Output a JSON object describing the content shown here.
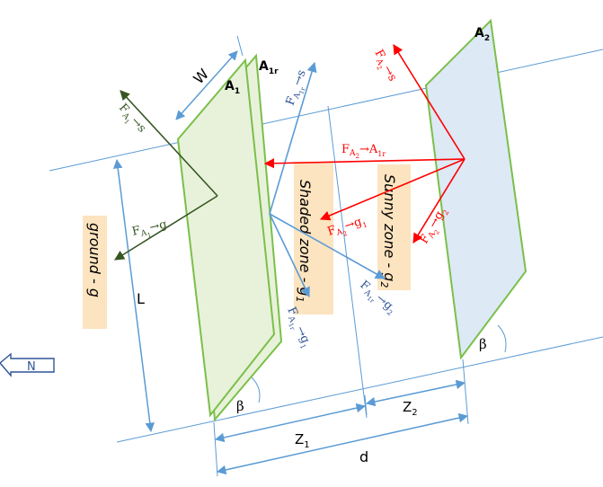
{
  "surfaces": {
    "a1": "A",
    "a1_sub": "1",
    "a1r": "A",
    "a1r_sub": "1r",
    "a2": "A",
    "a2_sub": "2"
  },
  "zones": {
    "ground": "ground - g",
    "shaded": "Shaded zone - g",
    "shaded_sub": "1",
    "sunny": "Sunny zone - g",
    "sunny_sub": "2"
  },
  "view_factors": {
    "f_a1_s": "F",
    "f_a1_s_sub": "A",
    "f_a1_s_sub2": "1",
    "f_a1_s_tail": "→s",
    "f_a1_g": "F",
    "f_a1_g_sub": "A",
    "f_a1_g_sub2": "1",
    "f_a1_g_tail": "→g",
    "f_a1r_s": "F",
    "f_a1r_s_sub": "A",
    "f_a1r_s_sub2": "1r",
    "f_a1r_s_tail": "→s",
    "f_a1r_g1": "F",
    "f_a1r_g1_sub": "A",
    "f_a1r_g1_sub2": "1r",
    "f_a1r_g1_tail": "→g",
    "f_a1r_g1_tail2": "1",
    "f_a1r_g2": "F",
    "f_a1r_g2_sub": "A",
    "f_a1r_g2_sub2": "1r",
    "f_a1r_g2_tail": "→g",
    "f_a1r_g2_tail2": "2",
    "f_a2_s": "F",
    "f_a2_s_sub": "A",
    "f_a2_s_sub2": "2",
    "f_a2_s_tail": "→s",
    "f_a2_a1r": "F",
    "f_a2_a1r_sub": "A",
    "f_a2_a1r_sub2": "2",
    "f_a2_a1r_tail": "→A",
    "f_a2_a1r_tail2": "1r",
    "f_a2_g1": "F",
    "f_a2_g1_sub": "A",
    "f_a2_g1_sub2": "2",
    "f_a2_g1_tail": "→g",
    "f_a2_g1_tail2": "1",
    "f_a2_g2": "F",
    "f_a2_g2_sub": "A",
    "f_a2_g2_sub2": "2",
    "f_a2_g2_tail": "→g",
    "f_a2_g2_tail2": "2"
  },
  "dimensions": {
    "w": "W",
    "l": "L",
    "beta_1": "β",
    "beta_2": "β",
    "z1": "Z",
    "z1_sub": "1",
    "z2": "Z",
    "z2_sub": "2",
    "d": "d"
  },
  "compass": {
    "label": "N"
  },
  "colors": {
    "panel_edge": "#7bbf4a",
    "panel_fill_1": "#e8f2da",
    "panel_fill_2": "#dde9f5",
    "blue_line": "#5b9bd5",
    "red_arrow": "#ff0000",
    "dark_green_arrow": "#375623",
    "zone_bg": "#fce4c0",
    "text_blue": "#2e5597",
    "text_red": "#ff0000",
    "text_green": "#375623",
    "compass_blue": "#2f5597"
  }
}
